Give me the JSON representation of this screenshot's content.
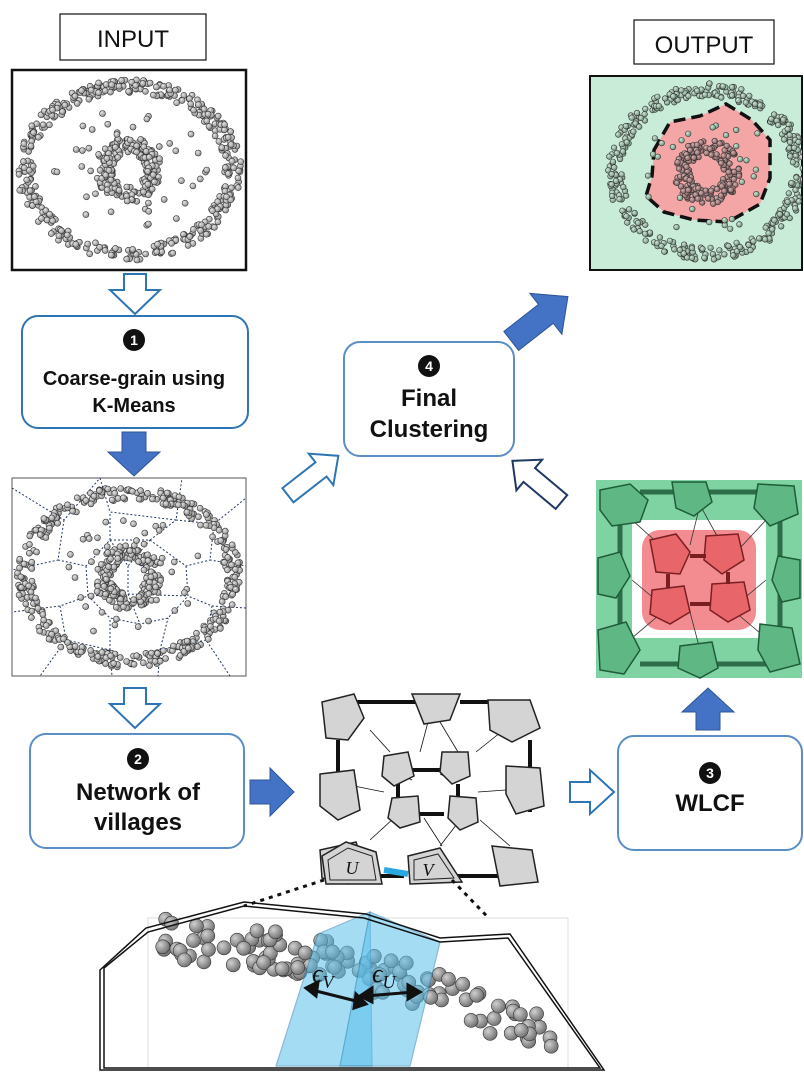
{
  "labels": {
    "input": "INPUT",
    "output": "OUTPUT"
  },
  "steps": [
    {
      "number": "1",
      "lines": [
        "Coarse-grain using",
        "K-Means"
      ]
    },
    {
      "number": "2",
      "lines": [
        "Network of",
        "villages"
      ]
    },
    {
      "number": "3",
      "lines": [
        "WLCF"
      ]
    },
    {
      "number": "4",
      "lines": [
        "Final",
        "Clustering"
      ]
    }
  ],
  "village_labels": {
    "u": "U",
    "v": "V"
  },
  "epsilon": {
    "v": {
      "symbol": "ϵ",
      "sub": "V"
    },
    "u": {
      "symbol": "ϵ",
      "sub": "U"
    }
  },
  "colors": {
    "box_border": "#5b8ec4",
    "arrow_fill": "#4472c4",
    "arrow_outline": "#2e75b6",
    "arrow_dark_outline": "#203864",
    "cluster_inner": "#f4a6a6",
    "cluster_outer": "#c9ecd9",
    "village_gray": "#d4d4d4",
    "village_green": "#5fb884",
    "village_red": "#e8656a",
    "boundary_blue": "#8fd3f0"
  }
}
